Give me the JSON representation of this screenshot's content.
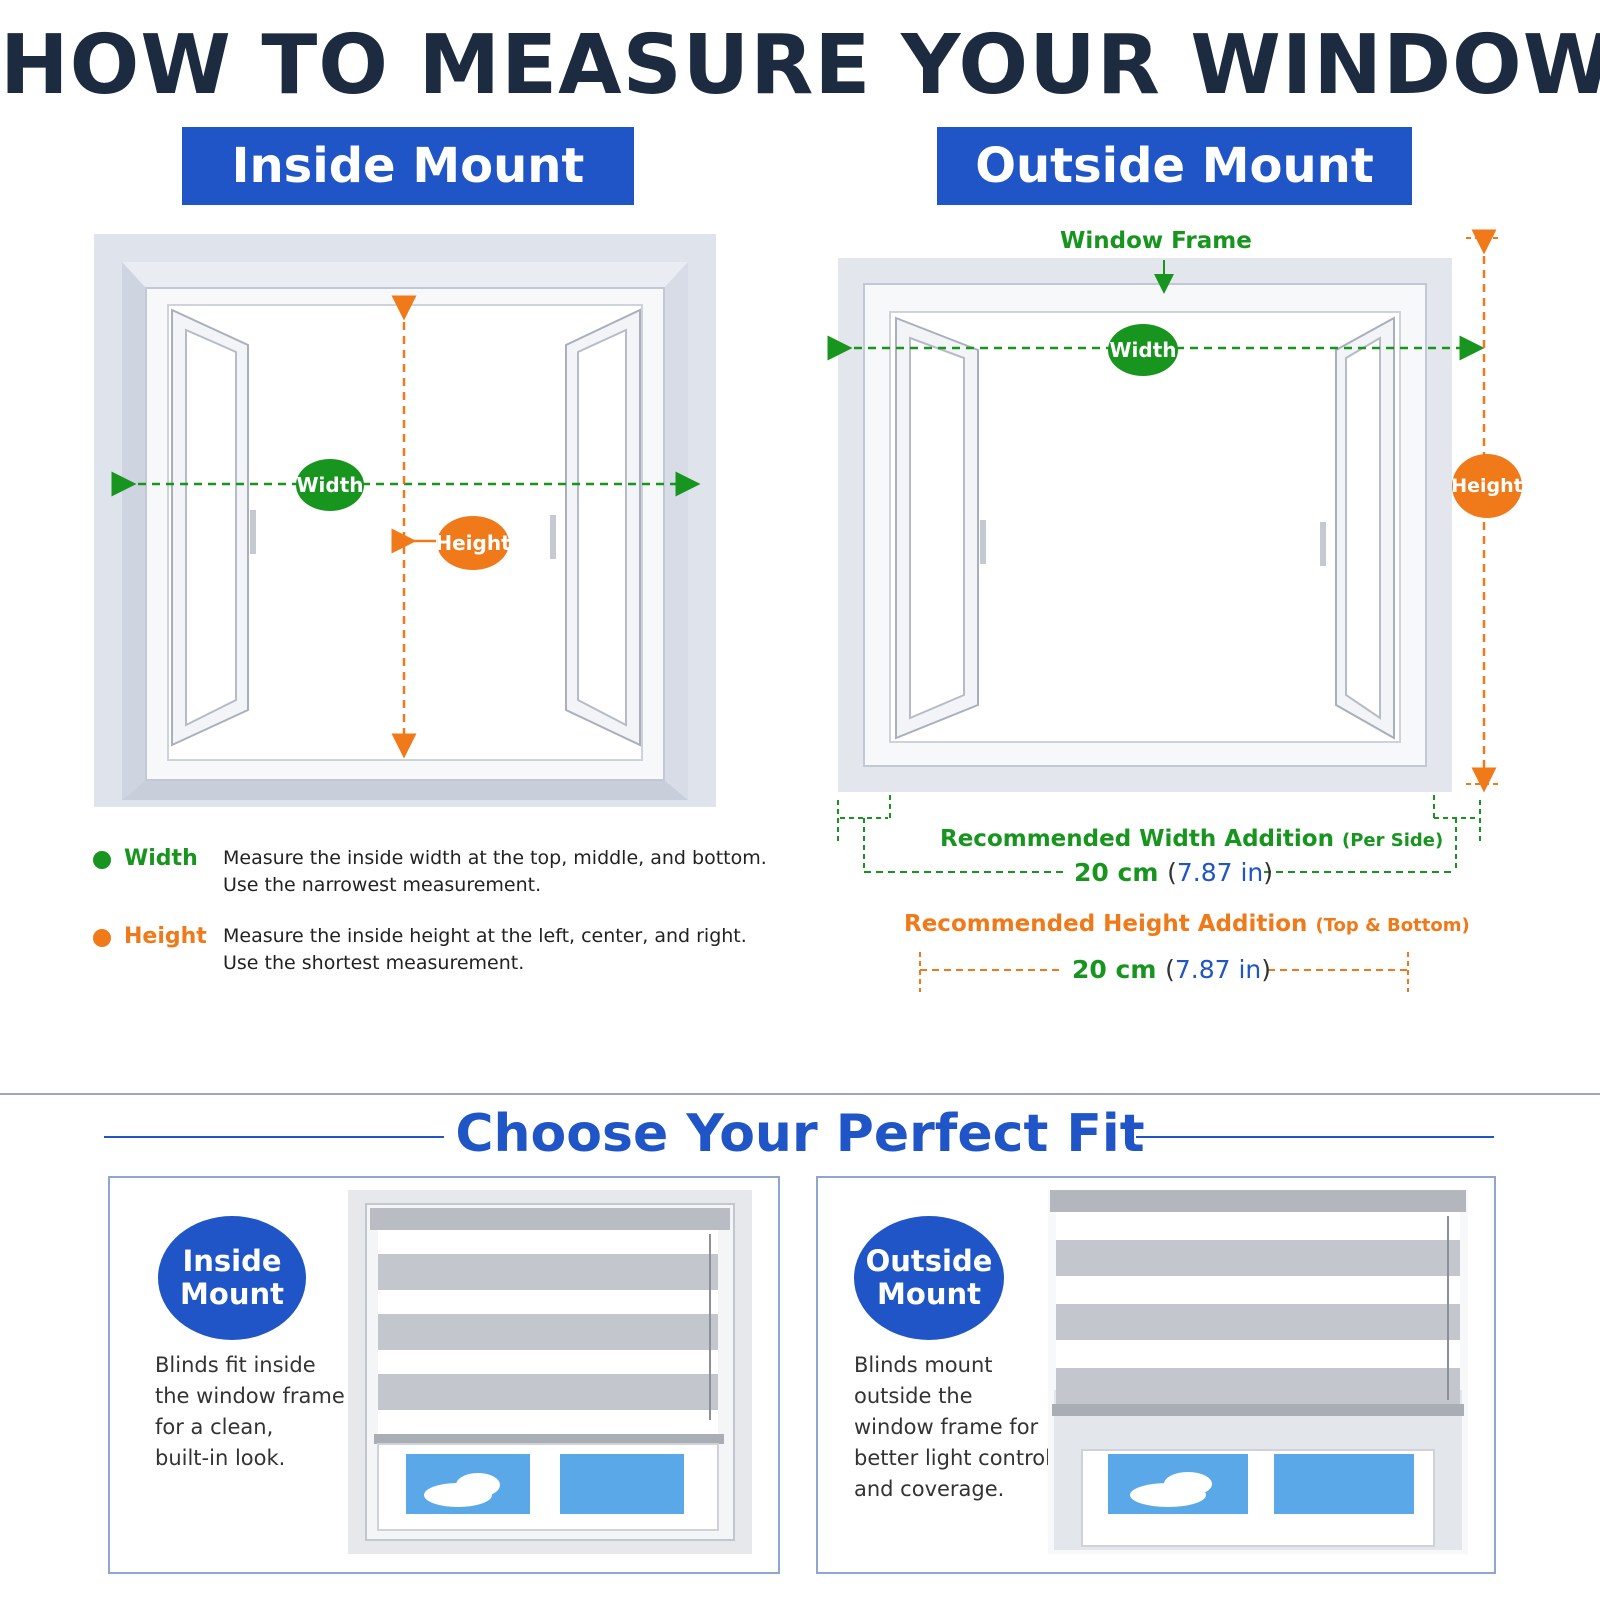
{
  "title": "HOW TO MEASURE YOUR WINDOW",
  "inside": {
    "banner": "Inside Mount",
    "width_pill": "Width",
    "height_pill": "Height"
  },
  "outside": {
    "banner": "Outside Mount",
    "frame_label": "Window Frame",
    "width_pill": "Width",
    "height_pill": "Height"
  },
  "legend": {
    "width_label": "Width",
    "width_line1": "Measure the inside width at the top, middle, and bottom.",
    "width_line2": "Use the narrowest measurement.",
    "height_label": "Height",
    "height_line1": "Measure the inside height at the left, center, and right.",
    "height_line2": "Use the shortest measurement."
  },
  "recommend": {
    "width_title": "Recommended Width Addition",
    "width_sub": "(Per Side)",
    "width_cm": "20 cm",
    "width_in": "7.87 in",
    "height_title": "Recommended Height Addition",
    "height_sub": "(Top & Bottom)",
    "height_cm": "20 cm",
    "height_in": "7.87 in"
  },
  "fit": {
    "title": "Choose Your Perfect Fit",
    "inside_badge_l1": "Inside",
    "inside_badge_l2": "Mount",
    "inside_desc": [
      "Blinds fit inside",
      "the window frame",
      "for a clean,",
      "built-in look."
    ],
    "outside_badge_l1": "Outside",
    "outside_badge_l2": "Mount",
    "outside_desc": [
      "Blinds mount",
      "outside the",
      "window frame for",
      "better light control",
      "and coverage."
    ]
  },
  "colors": {
    "brand_blue": "#1f55c6",
    "title_navy": "#1c2b3f",
    "green": "#18951f",
    "orange": "#f07a1a"
  }
}
